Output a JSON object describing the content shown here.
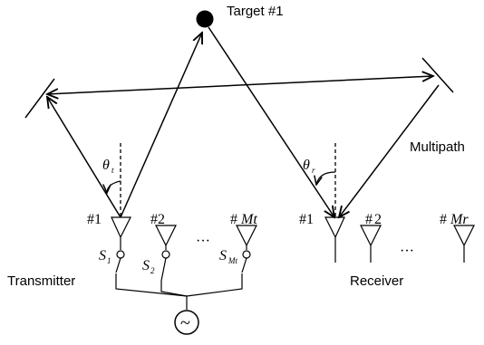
{
  "target": {
    "label": "Target #1"
  },
  "multipath": {
    "label": "Multipath"
  },
  "transmitter": {
    "label": "Transmitter",
    "angle_symbol": "θ",
    "angle_sub": "t",
    "antennas": [
      {
        "prefix": "#",
        "index": "1",
        "italic": false
      },
      {
        "prefix": "#",
        "index": "2",
        "italic": false
      },
      {
        "prefix": "#",
        "index": "Mt",
        "italic": true
      }
    ],
    "switches": [
      {
        "letter": "S",
        "sub": "1"
      },
      {
        "letter": "S",
        "sub": "2"
      },
      {
        "letter": "S",
        "sub": "Mt"
      }
    ],
    "ellipsis": "···"
  },
  "receiver": {
    "label": "Receiver",
    "angle_symbol": "θ",
    "angle_sub": "r",
    "antennas": [
      {
        "prefix": "#",
        "index": "1",
        "italic": false
      },
      {
        "prefix": "#",
        "index": "2",
        "italic": false
      },
      {
        "prefix": "#",
        "index": "Mr",
        "italic": true
      }
    ],
    "ellipsis": "···"
  },
  "source": {
    "symbol": "~"
  }
}
